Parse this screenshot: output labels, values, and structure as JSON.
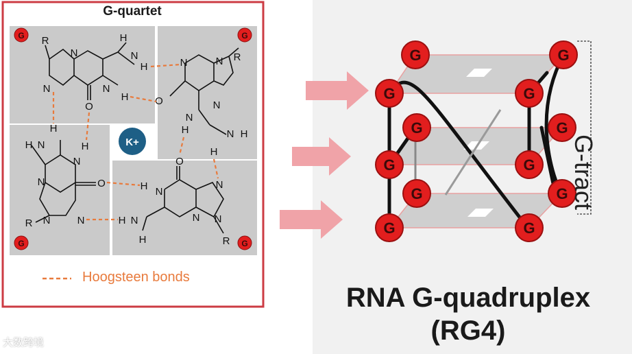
{
  "g_quartet": {
    "title": "G-quartet",
    "ion_label": "K+",
    "legend_label": "Hoogsteen bonds",
    "corner_label": "G",
    "atoms": {
      "n": "N",
      "h": "H",
      "o": "O",
      "r": "R"
    }
  },
  "rg4": {
    "line1": "RNA G-quadruplex",
    "line2": "(RG4)",
    "tract_label": "G-tract",
    "node_label": "G"
  },
  "watermark": "大数跨境",
  "colors": {
    "panel_border": "#cc3b43",
    "tile_gray": "#c8c8c8",
    "ion_fill": "#1e5f86",
    "hbond": "#e87a3c",
    "arrow": "#f0a3a8",
    "node_fill": "#e21e1e",
    "node_text": "#3a0a0a",
    "right_bg": "#f1f1f1"
  }
}
